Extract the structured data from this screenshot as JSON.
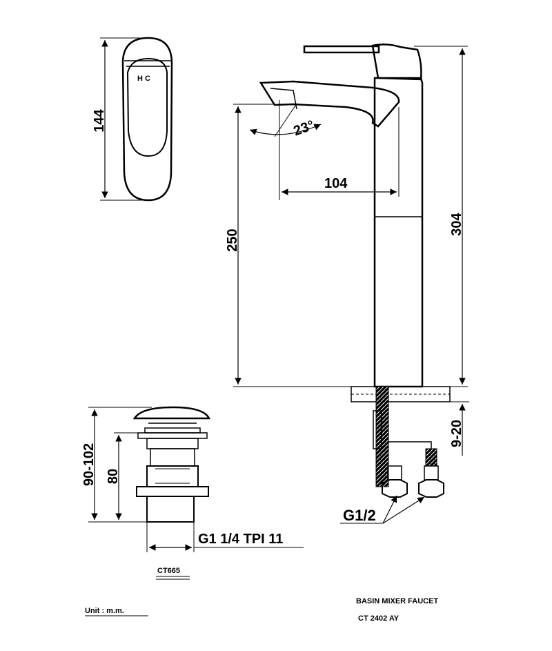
{
  "dimensions": {
    "handle_height": "144",
    "spout_angle": "23°",
    "spout_reach": "104",
    "spout_height": "250",
    "total_height": "304",
    "deck_thickness": "9-20",
    "inlet_thread": "G1/2",
    "drain_range": "90-102",
    "drain_body": "80",
    "drain_thread": "G1 1/4 TPI 11"
  },
  "labels": {
    "handle_marks": "H  C",
    "drain_model": "CT665",
    "unit": "Unit : m.m.",
    "product_name": "BASIN MIXER FAUCET",
    "product_model": "CT 2402 AY"
  }
}
